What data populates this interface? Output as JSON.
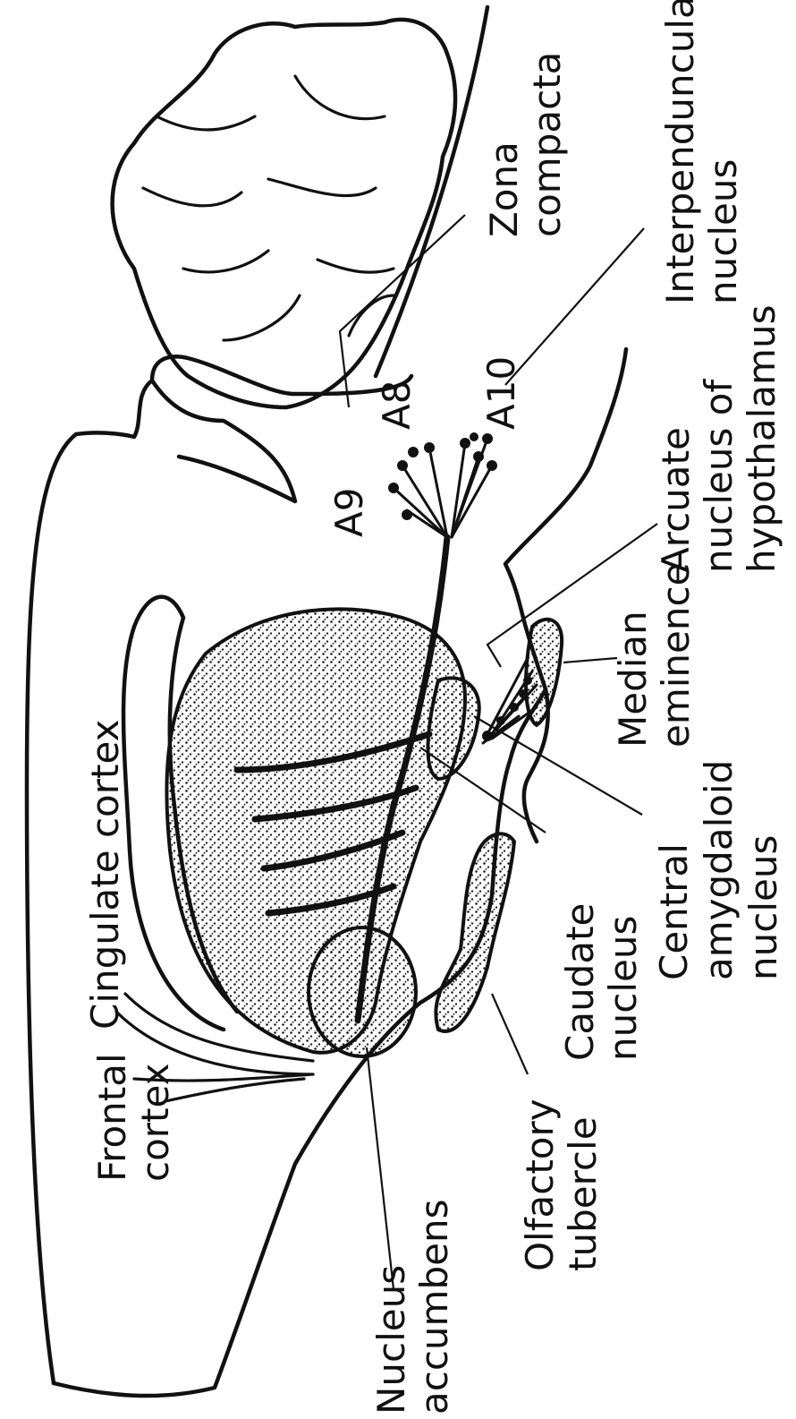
{
  "diagram": {
    "labels": {
      "frontal_cortex": "Frontal cortex",
      "cingulate_cortex": "Cingulate cortex",
      "nucleus_accumbens": "Nucleus accumbens",
      "olfactory_tubercle": "Olfactory tubercle",
      "caudate_nucleus": "Caudate nucleus",
      "central_amygdaloid_nucleus": "Central amygdaloid nucleus",
      "median_eminence": "Median eminence",
      "arcuate_nucleus": "Arcuate nucleus of hypothalamus",
      "a9": "A9",
      "a8": "A8",
      "a10": "A10",
      "zona_compacta": "Zona compacta",
      "interpeduncular_nucleus": "Interpenduncular nucleus"
    },
    "lines": {
      "frontal_cortex": [
        "Frontal",
        "cortex"
      ],
      "cingulate_cortex": [
        "Cingulate cortex"
      ],
      "nucleus_accumbens": [
        "Nucleus",
        "accumbens"
      ],
      "olfactory_tubercle": [
        "Olfactory",
        "tubercle"
      ],
      "caudate_nucleus": [
        "Caudate",
        "nucleus"
      ],
      "central_amygdaloid_nucleus": [
        "Central",
        "amygdaloid",
        "nucleus"
      ],
      "median_eminence": [
        "Median",
        "eminence"
      ],
      "arcuate_nucleus": [
        "Arcuate",
        "nucleus of",
        "hypothalamus"
      ],
      "zona_compacta": [
        "Zona",
        "compacta"
      ],
      "interpeduncular_nucleus": [
        "Interpenduncular",
        "nucleus"
      ]
    }
  }
}
